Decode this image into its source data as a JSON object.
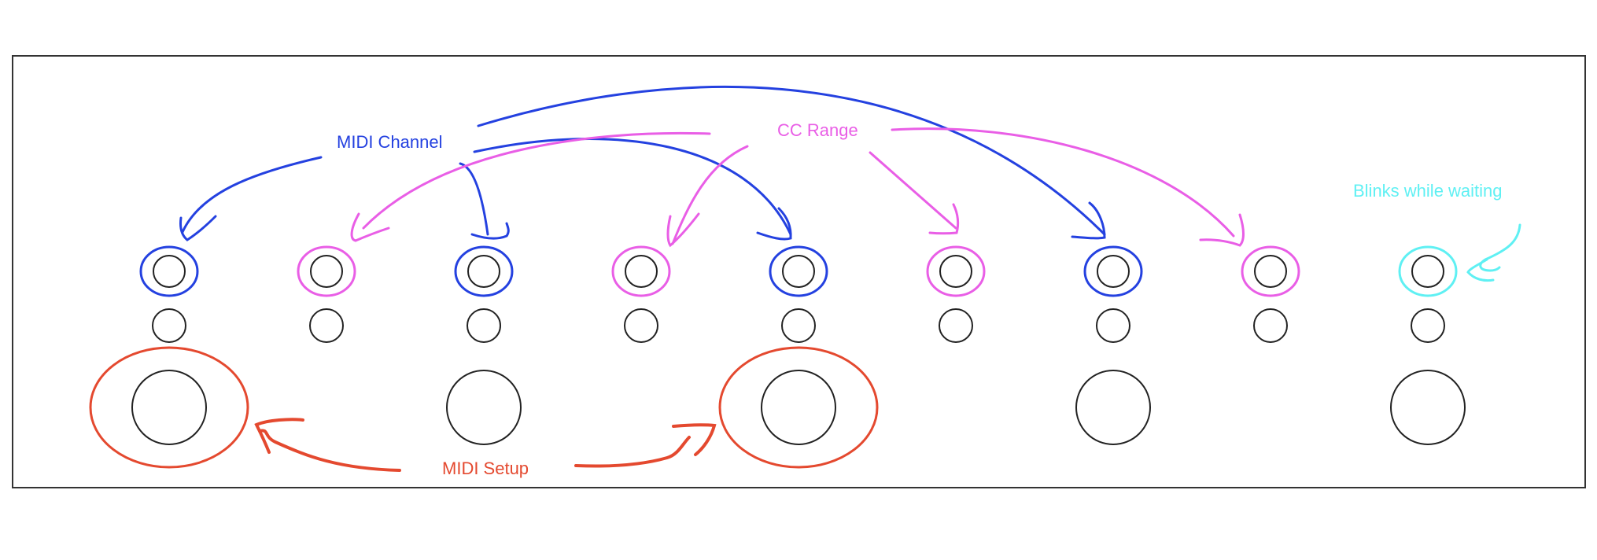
{
  "labels": {
    "midi_channel": "MIDI Channel",
    "cc_range": "CC Range",
    "blinks": "Blinks while waiting",
    "midi_setup": "MIDI Setup"
  },
  "colors": {
    "midi_channel": "#2441e0",
    "cc_range": "#e95ee6",
    "blinks": "#5ff0f3",
    "midi_setup": "#e4492f",
    "outline": "#222222",
    "panel": "#333333"
  },
  "columns": [
    {
      "led_group": "midi_channel",
      "has_button": true,
      "button_group": "midi_setup"
    },
    {
      "led_group": "cc_range",
      "has_button": false,
      "button_group": null
    },
    {
      "led_group": "midi_channel",
      "has_button": true,
      "button_group": null
    },
    {
      "led_group": "cc_range",
      "has_button": false,
      "button_group": null
    },
    {
      "led_group": "midi_channel",
      "has_button": true,
      "button_group": "midi_setup"
    },
    {
      "led_group": "cc_range",
      "has_button": false,
      "button_group": null
    },
    {
      "led_group": "midi_channel",
      "has_button": true,
      "button_group": null
    },
    {
      "led_group": "cc_range",
      "has_button": false,
      "button_group": null
    },
    {
      "led_group": "blinks",
      "has_button": true,
      "button_group": null
    }
  ]
}
